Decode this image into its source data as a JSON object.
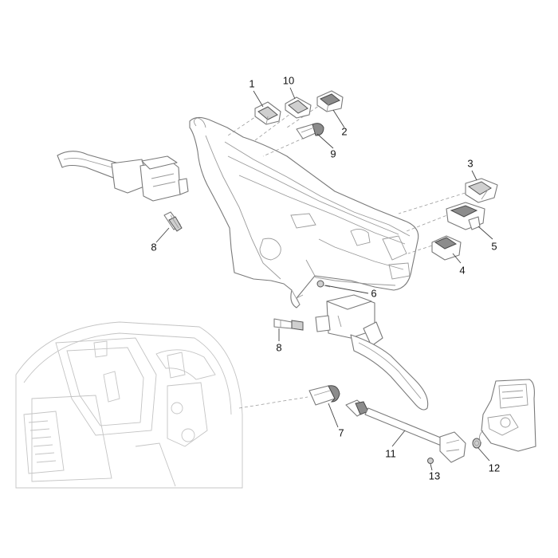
{
  "callouts": [
    {
      "id": "1",
      "label": "1"
    },
    {
      "id": "10",
      "label": "10"
    },
    {
      "id": "2",
      "label": "2"
    },
    {
      "id": "9",
      "label": "9"
    },
    {
      "id": "3",
      "label": "3"
    },
    {
      "id": "5",
      "label": "5"
    },
    {
      "id": "4",
      "label": "4"
    },
    {
      "id": "8a",
      "label": "8"
    },
    {
      "id": "6",
      "label": "6"
    },
    {
      "id": "8b",
      "label": "8"
    },
    {
      "id": "7",
      "label": "7"
    },
    {
      "id": "11",
      "label": "11"
    },
    {
      "id": "12",
      "label": "12"
    },
    {
      "id": "13",
      "label": "13"
    }
  ]
}
